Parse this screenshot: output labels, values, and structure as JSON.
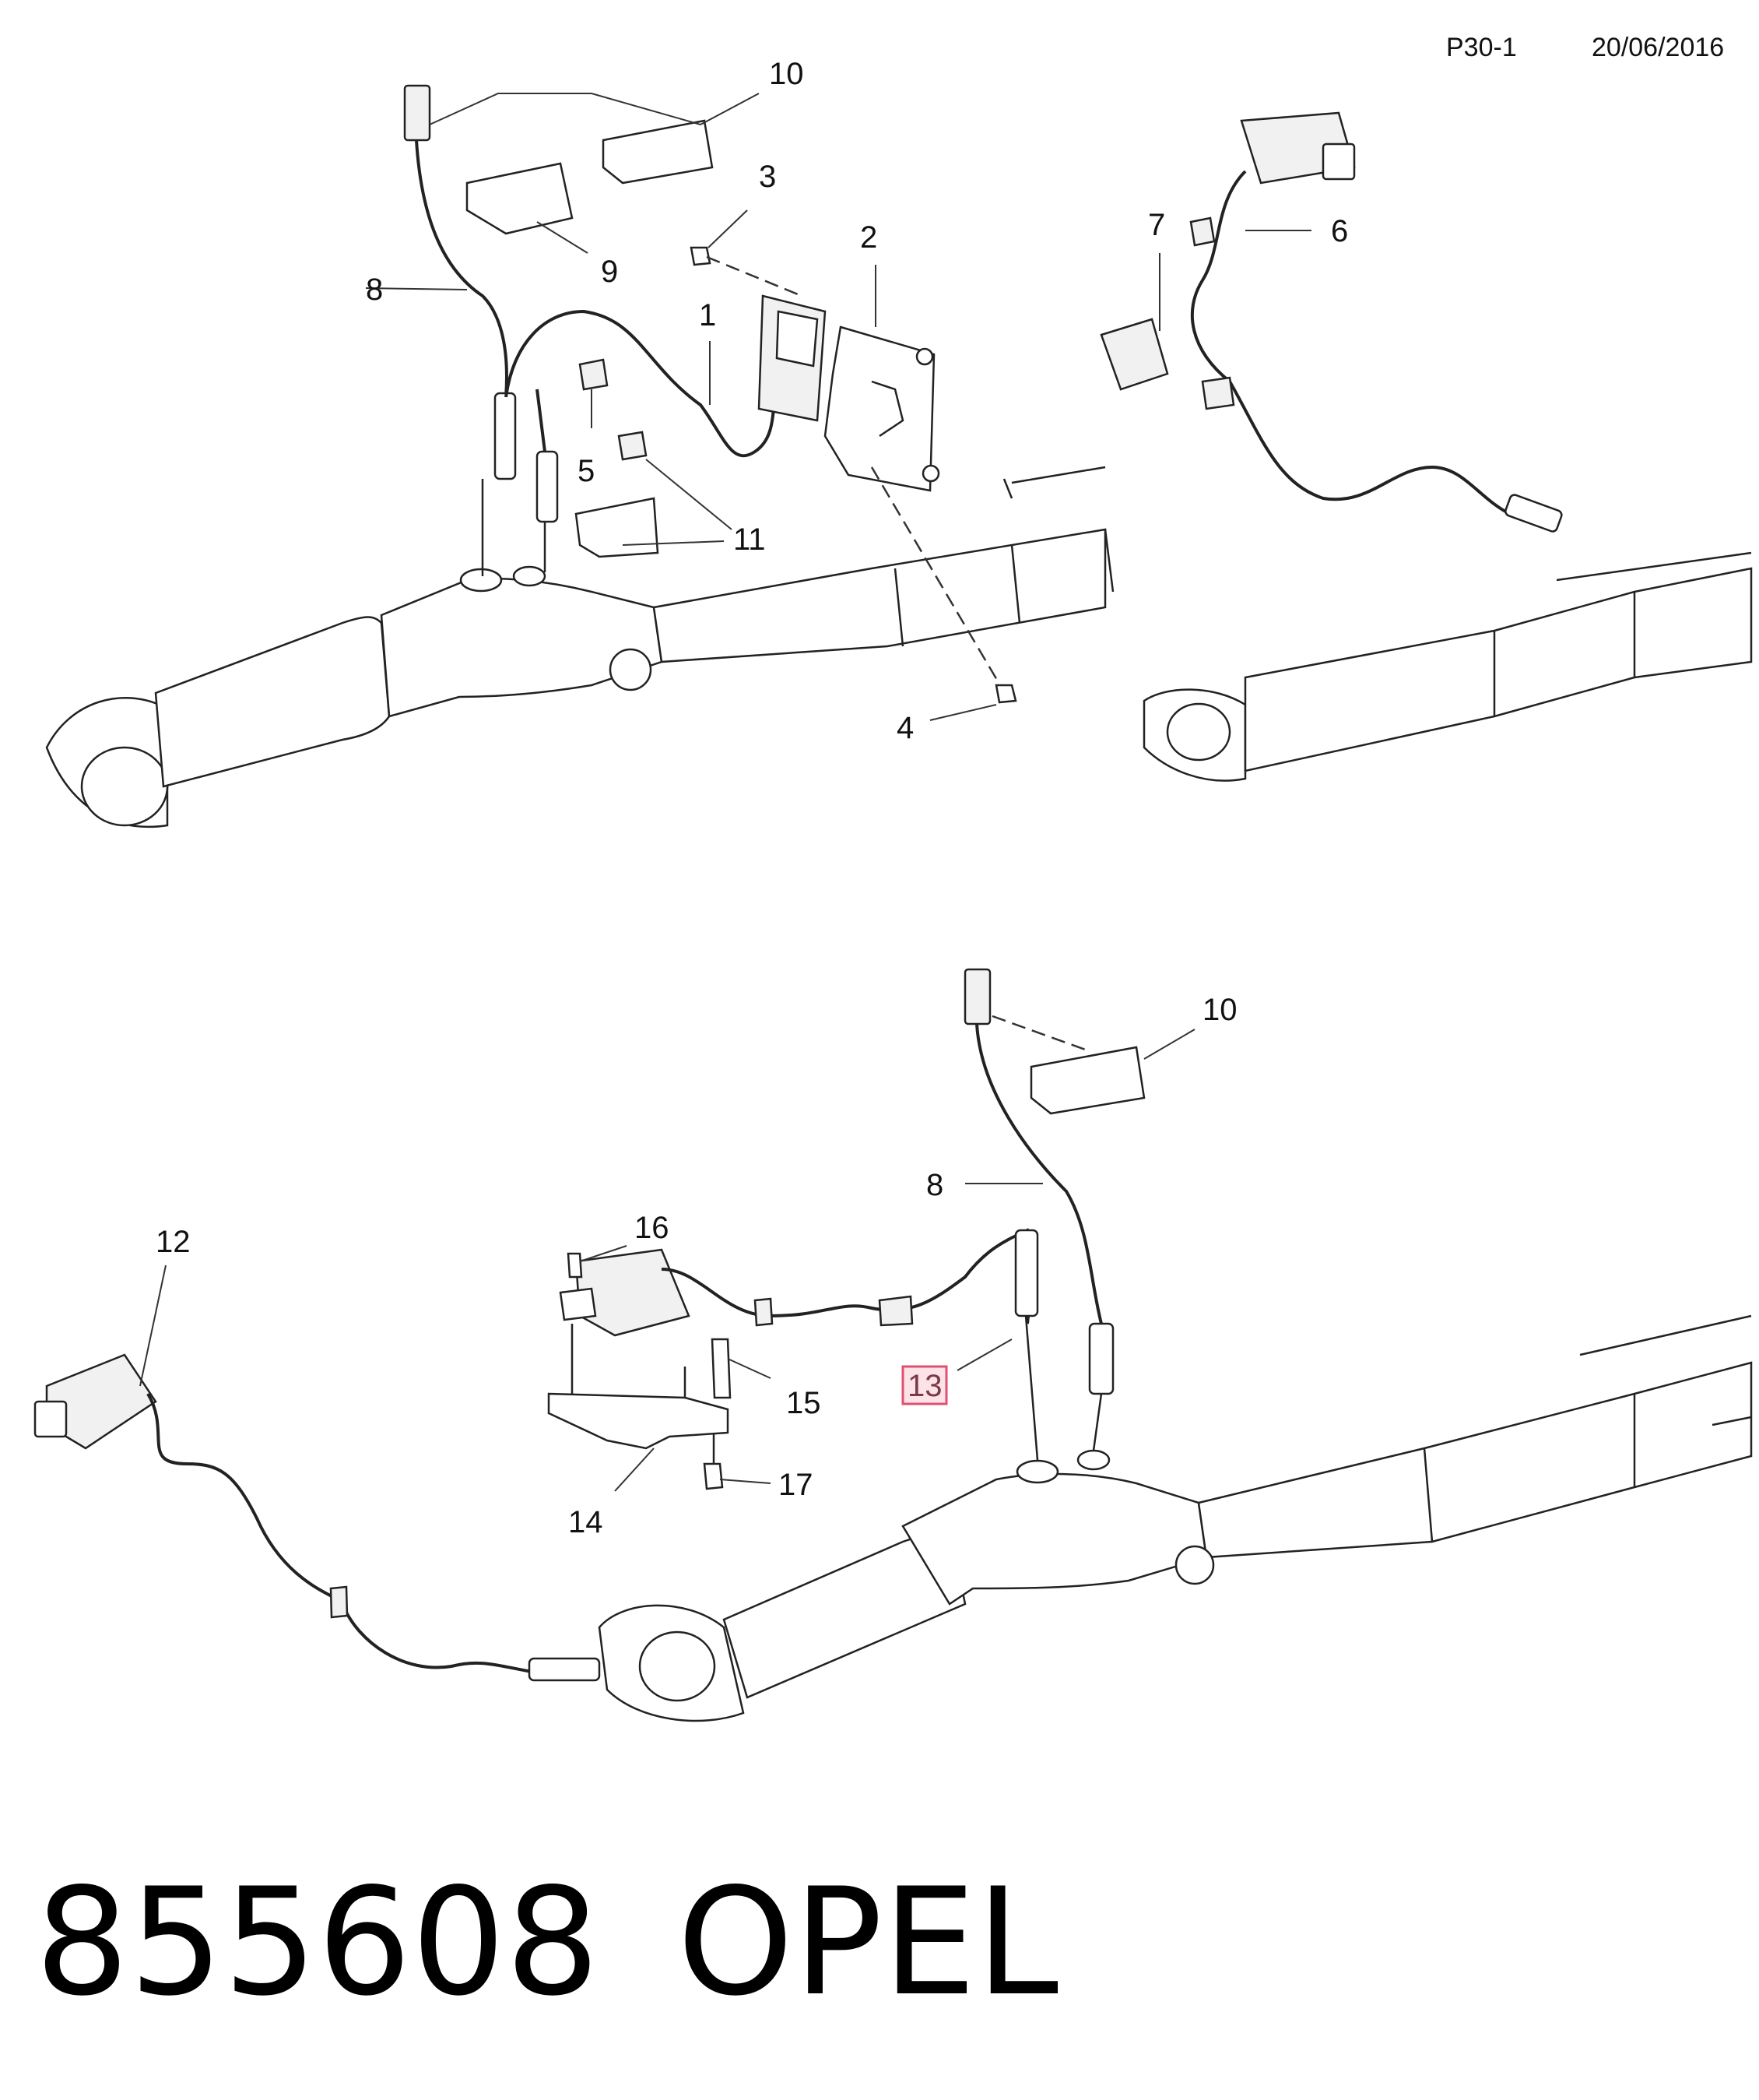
{
  "header": {
    "page_ref": "P30-1",
    "date": "20/06/2016"
  },
  "footer": {
    "part_number": "855608",
    "brand": "OPEL"
  },
  "callouts": {
    "top": [
      "10",
      "3",
      "2",
      "9",
      "8",
      "1",
      "5",
      "11",
      "4",
      "7",
      "6"
    ],
    "bottom": [
      "10",
      "8",
      "16",
      "12",
      "15",
      "13",
      "17",
      "14"
    ]
  },
  "highlight": {
    "label": "13",
    "color": "#e05070"
  }
}
